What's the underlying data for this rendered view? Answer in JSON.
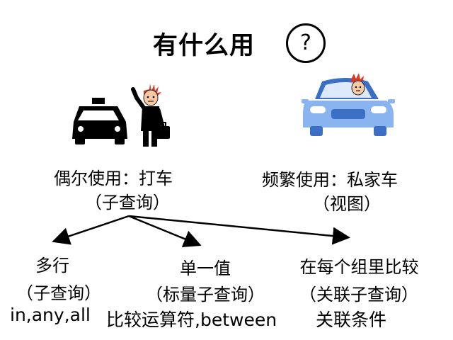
{
  "title": "有什么用",
  "question_mark": "?",
  "left": {
    "line1": "偶尔使用：打车",
    "line2": "（子查询）"
  },
  "right": {
    "line1": "频繁使用：私家车",
    "line2": "（视图）"
  },
  "branches": [
    {
      "title": "多行",
      "sub": "（子查询）",
      "usage": "in,any,all"
    },
    {
      "title": "单一值",
      "sub": "（标量子查询）",
      "usage": "比较运算符,between"
    },
    {
      "title": "在每个组里比较",
      "sub": "（关联子查询）",
      "usage": "关联条件"
    }
  ],
  "colors": {
    "car_body": "#8ab4f0",
    "car_dark": "#3a6fc4",
    "hair": "#d83a2a",
    "skin": "#f7c9a5"
  },
  "icons": [
    "taxi-icon",
    "person-with-suitcase-icon",
    "blue-car-icon",
    "driver-face-icon",
    "question-mark-icon"
  ]
}
